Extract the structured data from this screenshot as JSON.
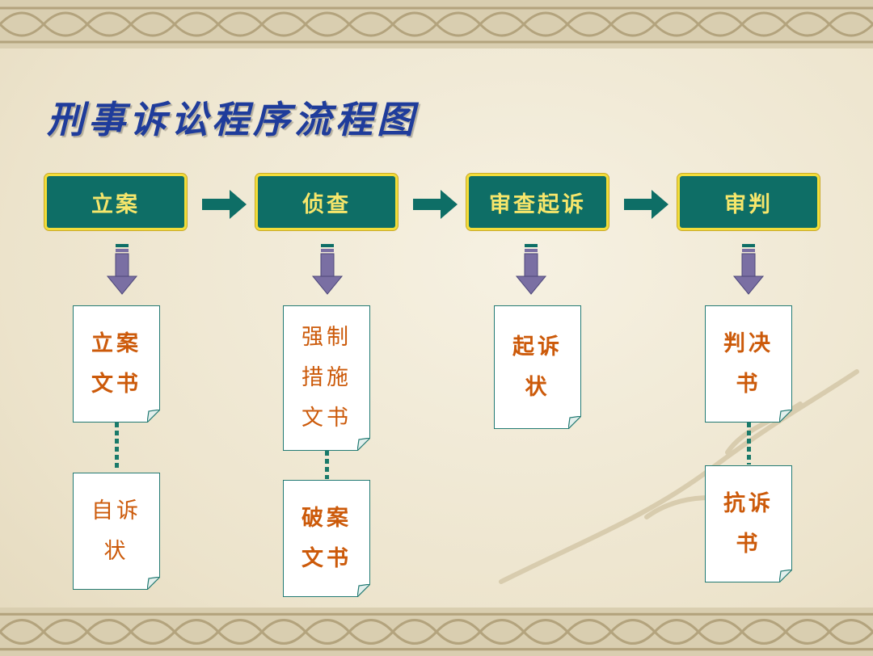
{
  "title": "刑事诉讼程序流程图",
  "colors": {
    "stage_fill": "#0e6e66",
    "stage_border": "#f2dd3a",
    "stage_text": "#f6e66b",
    "arrow": "#0e6e66",
    "down_arrow": "#7a6fa3",
    "doc_border": "#227a73",
    "doc_text": "#cc5a0a",
    "title": "#1f3c9b",
    "connector": "#1a7a6a"
  },
  "stages": [
    {
      "label": "立案"
    },
    {
      "label": "侦查"
    },
    {
      "label": "审查起诉"
    },
    {
      "label": "审判"
    }
  ],
  "documents": {
    "stage1_primary": "立案\n文书",
    "stage1_secondary": "自诉\n状",
    "stage2_primary": "强制\n措施\n文书",
    "stage2_secondary": "破案\n文书",
    "stage3_primary": "起诉\n状",
    "stage4_primary": "判决\n书",
    "stage4_secondary": "抗诉\n书"
  }
}
